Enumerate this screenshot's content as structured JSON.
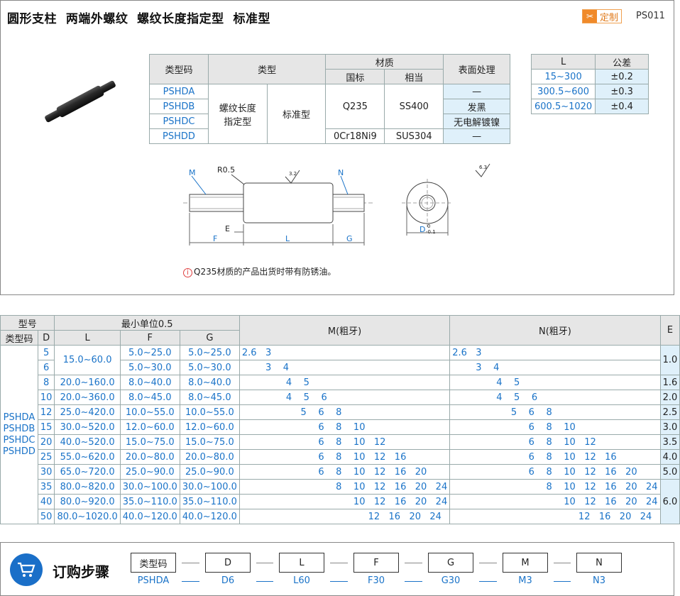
{
  "header": {
    "title": "圆形支柱  两端外螺纹  螺纹长度指定型  标准型",
    "custom_label": "定制",
    "code": "PS011"
  },
  "spec_table": {
    "h_typecode": "类型码",
    "h_type": "类型",
    "h_material": "材质",
    "h_gb": "国标",
    "h_equiv": "相当",
    "h_surface": "表面处理",
    "codes": [
      "PSHDA",
      "PSHDB",
      "PSHDC",
      "PSHDD"
    ],
    "type1": "螺纹长度\n指定型",
    "type2": "标准型",
    "mat1_gb": "Q235",
    "mat1_eq": "SS400",
    "mat2_gb": "0Cr18Ni9",
    "mat2_eq": "SUS304",
    "surf": [
      "—",
      "发黑",
      "无电解镀镍",
      "—"
    ]
  },
  "tol_table": {
    "h_l": "L",
    "h_tol": "公差",
    "rows": [
      {
        "l": "15~300",
        "t": "±0.2"
      },
      {
        "l": "300.5~600",
        "t": "±0.3"
      },
      {
        "l": "600.5~1020",
        "t": "±0.4"
      }
    ]
  },
  "drawing": {
    "m": "M",
    "n": "N",
    "r": "R0.5",
    "rough1": "3.2",
    "rough2": "6.3",
    "e": "E",
    "f": "F",
    "l": "L",
    "g": "G",
    "d": "D",
    "d_tol_up": "0",
    "d_tol_lo": "-0.1"
  },
  "note": "Q235材质的产品出货时带有防锈油。",
  "main_table": {
    "h_model": "型号",
    "h_min": "最小单位0.5",
    "h_m": "M(粗牙)",
    "h_n": "N(粗牙)",
    "h_e": "E",
    "h_typecode": "类型码",
    "h_d": "D",
    "h_l": "L",
    "h_f": "F",
    "h_g": "G",
    "typecodes": "PSHDA\nPSHDB\nPSHDC\nPSHDD",
    "rows": [
      {
        "d": "5",
        "l": "15.0~60.0",
        "f": "5.0~25.0",
        "g": "5.0~25.0",
        "m": "2.6   3",
        "n": "2.6   3",
        "e": "1.0"
      },
      {
        "d": "6",
        "l": "",
        "f": "5.0~30.0",
        "g": "5.0~30.0",
        "m": "        3    4",
        "n": "        3    4",
        "e": ""
      },
      {
        "d": "8",
        "l": "20.0~160.0",
        "f": "8.0~40.0",
        "g": "8.0~40.0",
        "m": "               4    5",
        "n": "               4    5",
        "e": "1.6"
      },
      {
        "d": "10",
        "l": "20.0~360.0",
        "f": "8.0~45.0",
        "g": "8.0~45.0",
        "m": "               4    5    6",
        "n": "               4    5    6",
        "e": "2.0"
      },
      {
        "d": "12",
        "l": "25.0~420.0",
        "f": "10.0~55.0",
        "g": "10.0~55.0",
        "m": "                    5    6    8",
        "n": "                    5    6    8",
        "e": "2.5"
      },
      {
        "d": "15",
        "l": "30.0~520.0",
        "f": "12.0~60.0",
        "g": "12.0~60.0",
        "m": "                          6    8    10",
        "n": "                          6    8    10",
        "e": "3.0"
      },
      {
        "d": "20",
        "l": "40.0~520.0",
        "f": "15.0~75.0",
        "g": "15.0~75.0",
        "m": "                          6    8    10   12",
        "n": "                          6    8    10   12",
        "e": "3.5"
      },
      {
        "d": "25",
        "l": "55.0~620.0",
        "f": "20.0~80.0",
        "g": "20.0~80.0",
        "m": "                          6    8    10   12   16",
        "n": "                          6    8    10   12   16",
        "e": "4.0"
      },
      {
        "d": "30",
        "l": "65.0~720.0",
        "f": "25.0~90.0",
        "g": "25.0~90.0",
        "m": "                          6    8    10   12   16   20",
        "n": "                          6    8    10   12   16   20",
        "e": "5.0"
      },
      {
        "d": "35",
        "l": "80.0~820.0",
        "f": "30.0~100.0",
        "g": "30.0~100.0",
        "m": "                                8    10   12   16   20   24",
        "n": "                                8    10   12   16   20   24",
        "e": "6.0"
      },
      {
        "d": "40",
        "l": "80.0~920.0",
        "f": "35.0~110.0",
        "g": "35.0~110.0",
        "m": "                                      10   12   16   20   24",
        "n": "                                      10   12   16   20   24",
        "e": ""
      },
      {
        "d": "50",
        "l": "80.0~1020.0",
        "f": "40.0~120.0",
        "g": "40.0~120.0",
        "m": "                                           12   16   20   24",
        "n": "                                           12   16   20   24",
        "e": ""
      }
    ]
  },
  "order": {
    "title": "订购步骤",
    "fields": [
      "类型码",
      "D",
      "L",
      "F",
      "G",
      "M",
      "N"
    ],
    "values": [
      "PSHDA",
      "D6",
      "L60",
      "F30",
      "G30",
      "M3",
      "N3"
    ],
    "dash": "——"
  }
}
